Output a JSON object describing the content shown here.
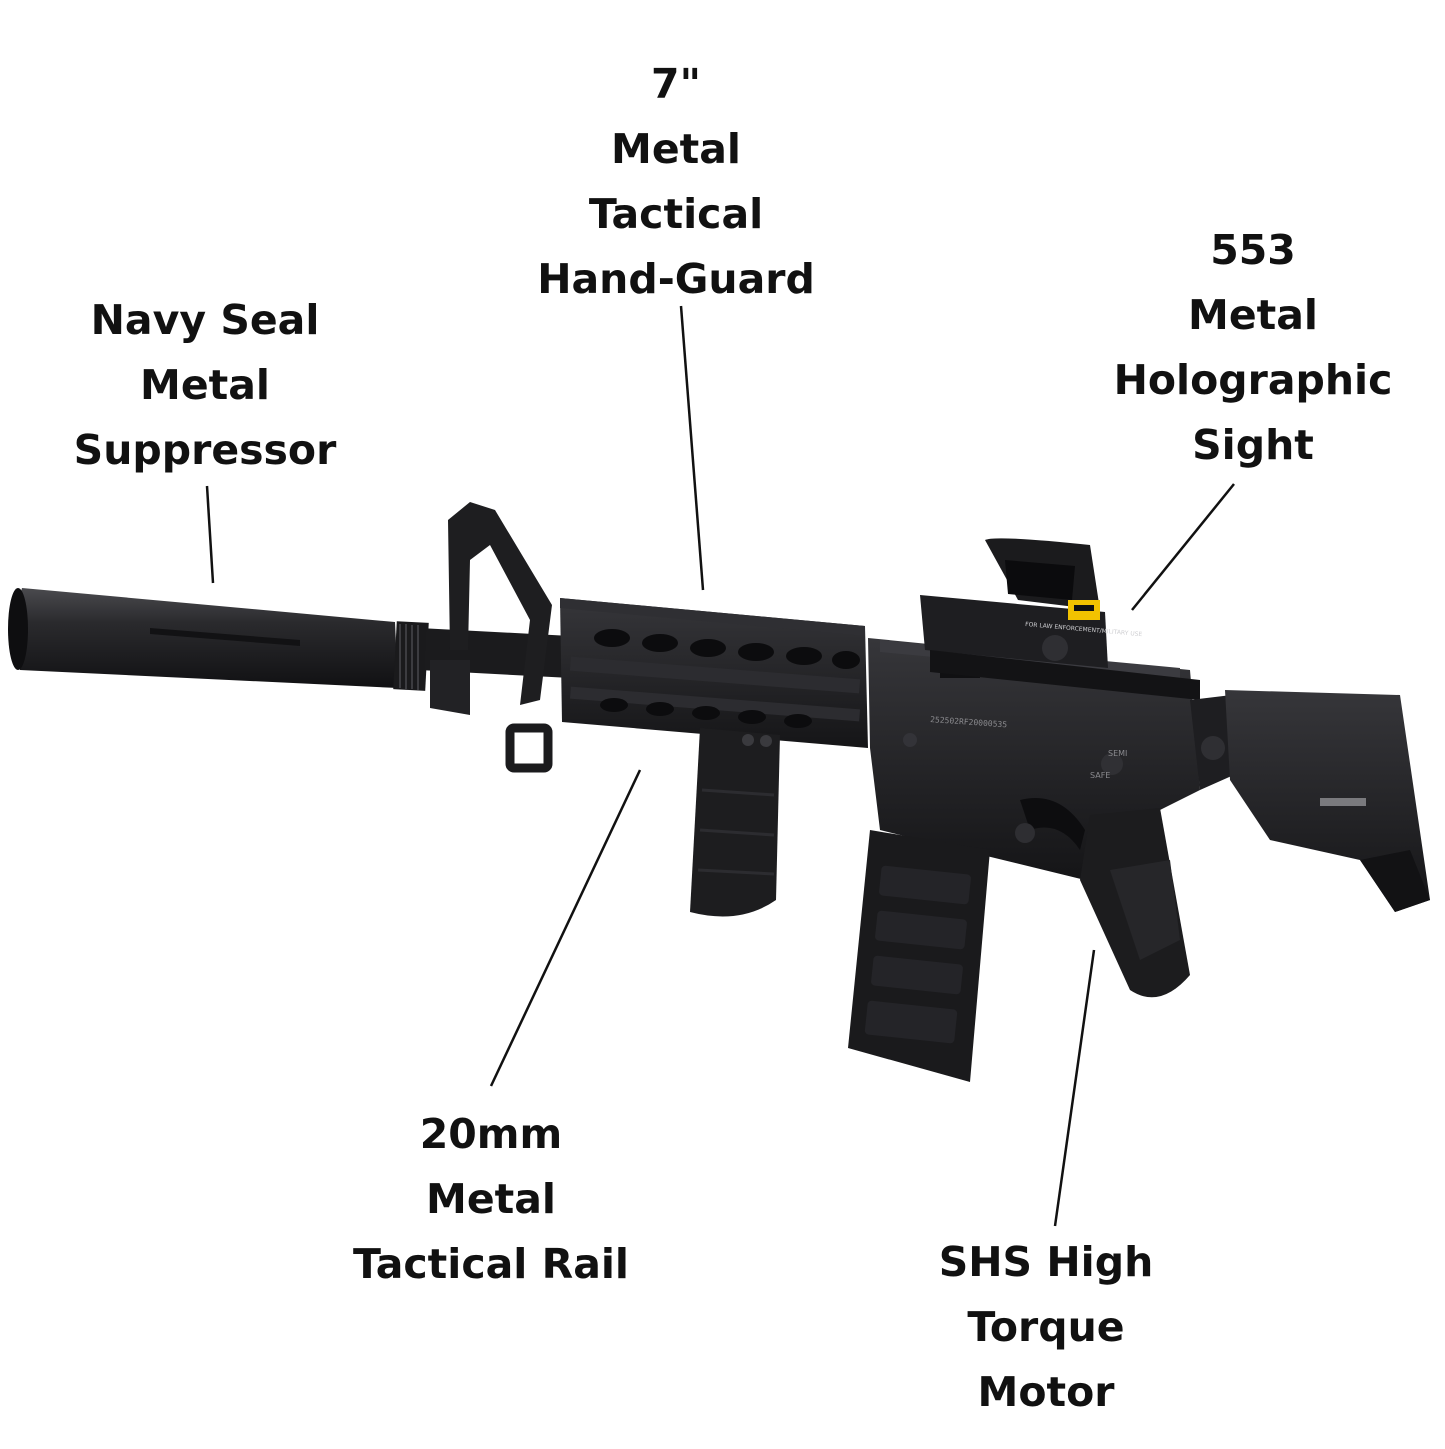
{
  "colors": {
    "background": "#ffffff",
    "text": "#111111",
    "rifle_body": "#1c1c1e",
    "rifle_highlight": "#3a3a3e",
    "sight_sticker": "#f2c200"
  },
  "labels": {
    "suppressor": [
      "Navy Seal",
      "Metal",
      "Suppressor"
    ],
    "handguard": [
      "7\"",
      "Metal",
      "Tactical",
      "Hand-Guard"
    ],
    "sight": [
      "553",
      "Metal",
      "Holographic",
      "Sight"
    ],
    "rail": [
      "20mm",
      "Metal",
      "Tactical Rail"
    ],
    "motor": [
      "SHS High",
      "Torque",
      "Motor"
    ]
  },
  "rifle_markings": {
    "sight_text": "FOR LAW ENFORCEMENT/MILITARY USE",
    "serial": "252502RF20000535",
    "selector_semi": "SEMI",
    "selector_safe": "SAFE"
  }
}
